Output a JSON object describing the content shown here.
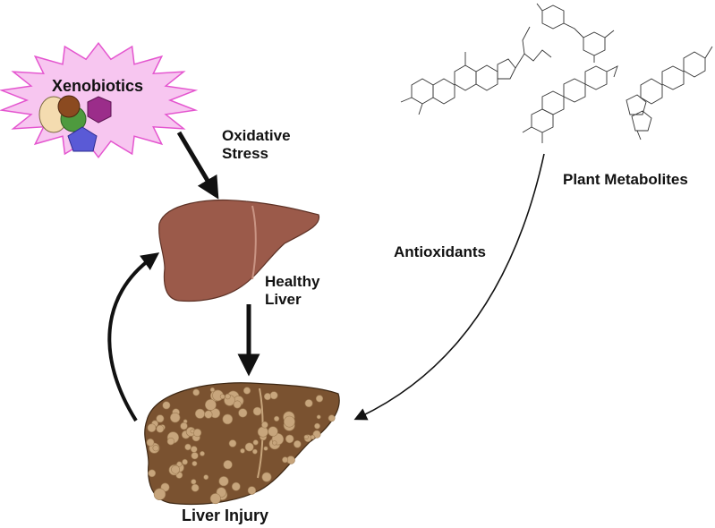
{
  "labels": {
    "xenobiotics": "Xenobiotics",
    "oxidative_stress_line1": "Oxidative",
    "oxidative_stress_line2": "Stress",
    "healthy_liver_line1": "Healthy",
    "healthy_liver_line2": "Liver",
    "antioxidants": "Antioxidants",
    "plant_metabolites": "Plant Metabolites",
    "liver_injury": "Liver Injury"
  },
  "colors": {
    "starburst_fill": "#f7c6f0",
    "starburst_stroke": "#e455cf",
    "healthy_liver": "#9b5a4a",
    "gallbladder": "#7fbf6e",
    "injured_liver": "#7a5230",
    "injured_nodules": "#c7a57c",
    "arrow": "#111111"
  }
}
